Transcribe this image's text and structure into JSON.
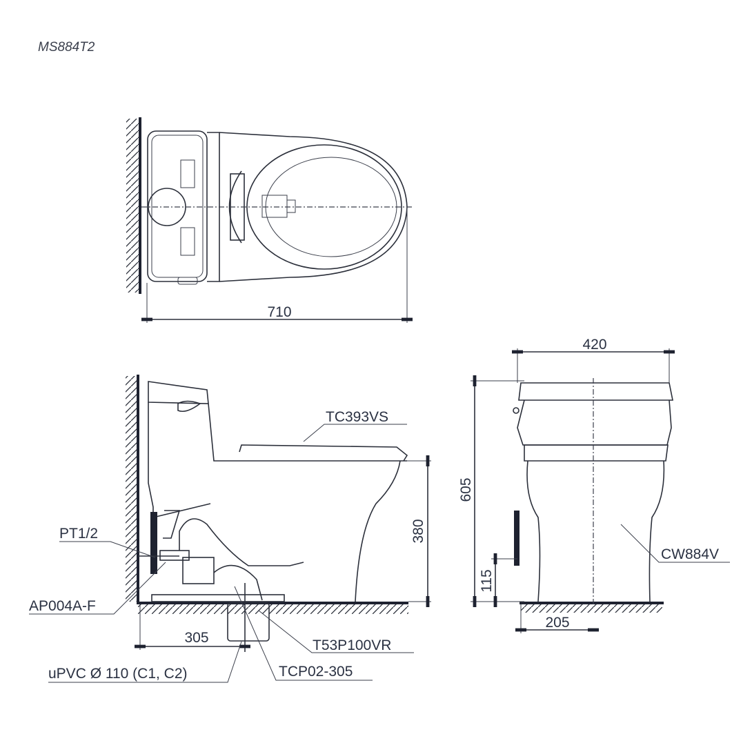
{
  "model": "MS884T2",
  "dimensions": {
    "overall_length": "710",
    "width": "420",
    "height": "605",
    "seat_height": "380",
    "rough_in": "305",
    "supply_height": "115",
    "center_offset": "205"
  },
  "parts": {
    "seat": "TC393VS",
    "supply_thread": "PT1/2",
    "angle_valve": "AP004A-F",
    "flange": "T53P100VR",
    "drain_pipe": "uPVC Ø 110 (C1, C2)",
    "connector": "TCP02-305",
    "bowl": "CW884V"
  }
}
